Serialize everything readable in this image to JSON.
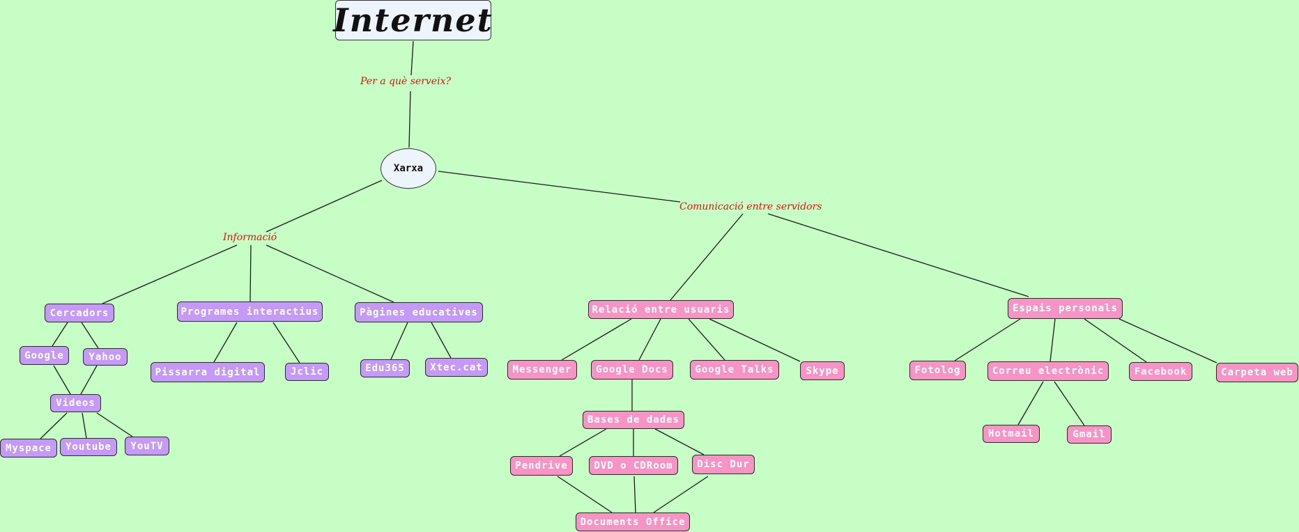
{
  "map": {
    "root": "Internet",
    "center": "Xarxa",
    "labels": {
      "purpose": "Per a què serveix?",
      "info": "Informació",
      "communication": "Comunicació entre servidors"
    },
    "info_nodes": {
      "cercadors": "Cercadors",
      "google": "Google",
      "yahoo": "Yahoo",
      "videos": "Videos",
      "myspace": "Myspace",
      "youtube": "Youtube",
      "youtv": "YouTV",
      "programes": "Programes interactius",
      "pissarra": "Pissarra digital",
      "jclic": "Jclic",
      "pagines": "Pàgines educatives",
      "edu365": "Edu365",
      "xtec": "Xtec.cat"
    },
    "comm_nodes": {
      "relacio": "Relació entre usuaris",
      "messenger": "Messenger",
      "googledocs": "Google Docs",
      "googletalks": "Google Talks",
      "skype": "Skype",
      "bases": "Bases de dades",
      "pendrive": "Pendrive",
      "dvd": "DVD o CDRoom",
      "disc": "Disc Dur",
      "documents": "Documents Office",
      "espais": "Espais personals",
      "fotolog": "Fotolog",
      "correu": "Correu electrònic",
      "facebook": "Facebook",
      "carpeta": "Carpeta web",
      "hotmail": "Hotmail",
      "gmail": "Gmail"
    },
    "colors": {
      "background": "#c6fec6",
      "info_node": "#c59af6",
      "comm_node": "#f794c6",
      "link_label": "#e01010"
    }
  }
}
